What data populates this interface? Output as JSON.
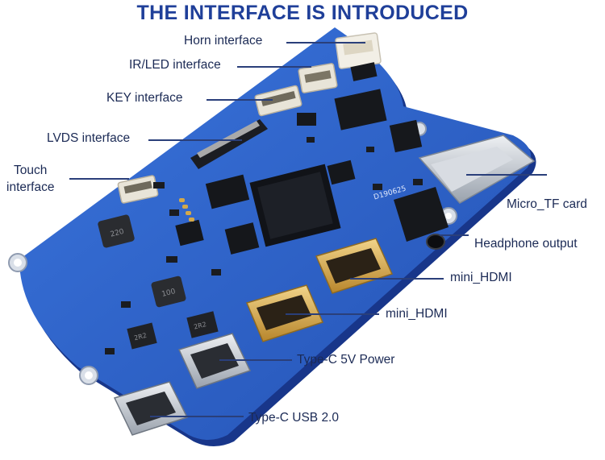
{
  "title": "THE INTERFACE IS INTRODUCED",
  "board": {
    "silkscreen_code": "D190625",
    "inductor_marks": [
      "220",
      "100"
    ],
    "ic_marks": [
      "2R2",
      "2R2"
    ],
    "colors": {
      "pcb": "#2f63c8",
      "pcb_dark": "#1e49a3",
      "chip": "#121417",
      "gold": "#d4a94a",
      "metal": "#c9ced6",
      "connector_white": "#f2efe6"
    }
  },
  "labels": {
    "horn": "Horn interface",
    "ir_led": "IR/LED interface",
    "key": "KEY interface",
    "lvds": "LVDS interface",
    "touch_line1": "Touch",
    "touch_line2": "interface",
    "micro_tf": "Micro_TF card",
    "headphone": "Headphone output",
    "mini_hdmi_1": "mini_HDMI",
    "mini_hdmi_2": "mini_HDMI",
    "typec_power": "Type-C 5V Power",
    "typec_usb": "Type-C USB 2.0"
  }
}
